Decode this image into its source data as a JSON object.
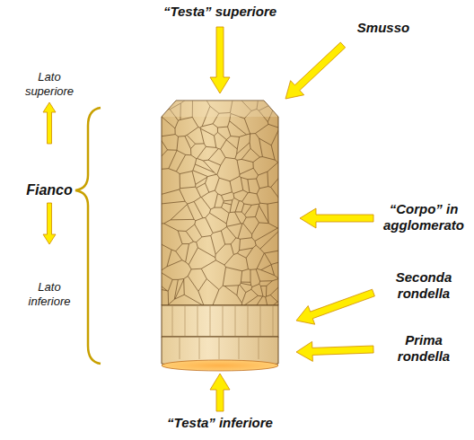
{
  "diagram": {
    "labels": [
      "“Testa” superiore",
      "Smusso",
      "Lato superiore",
      "Fianco",
      "Lato inferiore",
      "“Corpo” in agglomerato",
      "Seconda rondella",
      "Prima rondella",
      "“Testa” inferiore"
    ]
  }
}
